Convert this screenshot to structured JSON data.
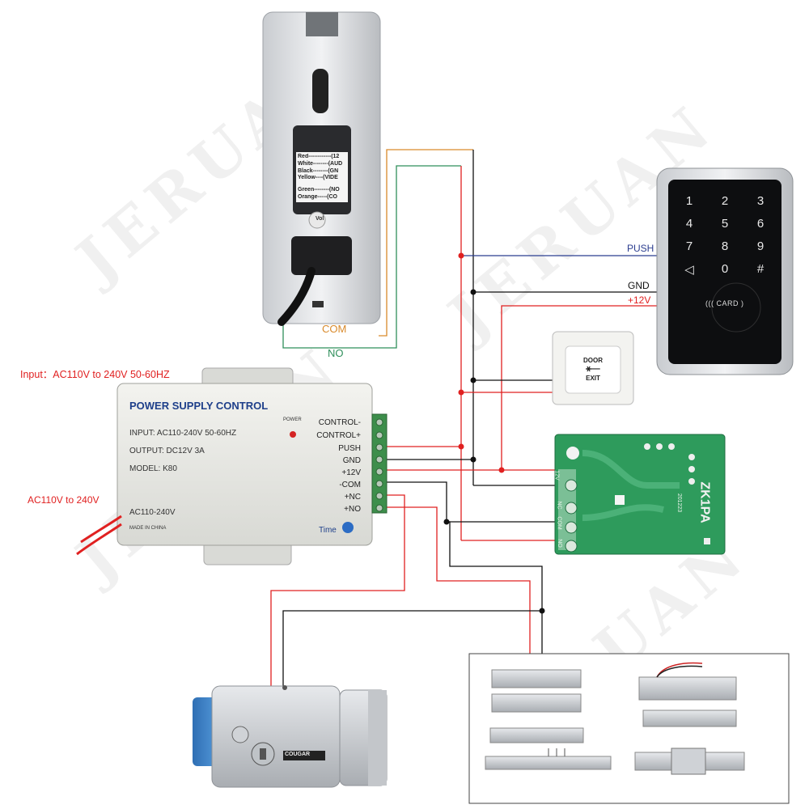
{
  "watermark": "JERUAN",
  "labels": {
    "input_header": "Input：AC110V to 240V 50-60HZ",
    "ac_input": "AC110V to 240V",
    "com": "COM",
    "no": "NO",
    "push": "PUSH",
    "gnd": "GND",
    "v12": "+12V"
  },
  "intercom": {
    "wire_table": [
      "Red------------(12",
      "White--------(AUD",
      "Black--------(GN",
      "Yellow----(VIDE",
      "Green--------(NO",
      "Orange-----(CO"
    ],
    "brand": "Vol"
  },
  "keypad": {
    "keys": [
      "1",
      "2",
      "3",
      "4",
      "5",
      "6",
      "7",
      "8",
      "9",
      "◁",
      "0",
      "#"
    ],
    "card": "CARD"
  },
  "exit_button": {
    "line1": "DOOR",
    "line2": "EXIT"
  },
  "psu": {
    "title": "POWER SUPPLY CONTROL",
    "input": "INPUT: AC110-240V  50-60HZ",
    "output": "OUTPUT: DC12V  3A",
    "model": "MODEL: K80",
    "power_led": "POWER",
    "ac_label": "AC110-240V",
    "made": "MADE IN CHINA",
    "time": "Time",
    "terminals": [
      "CONTROL-",
      "CONTROL+",
      "PUSH",
      "GND",
      "+12V",
      "-COM",
      "+NC",
      "+NO"
    ]
  },
  "relay": {
    "model": "ZK1PA",
    "code": "201223",
    "pins": [
      "12V",
      "NC",
      "COM",
      "NO"
    ]
  },
  "lock": {
    "brand": "COUGAR"
  },
  "colors": {
    "red": "#e02020",
    "black": "#111111",
    "blue": "#2b3d8f",
    "orange": "#d98a2b",
    "green": "#2f8f5b",
    "pcb": "#2e9b5c"
  }
}
